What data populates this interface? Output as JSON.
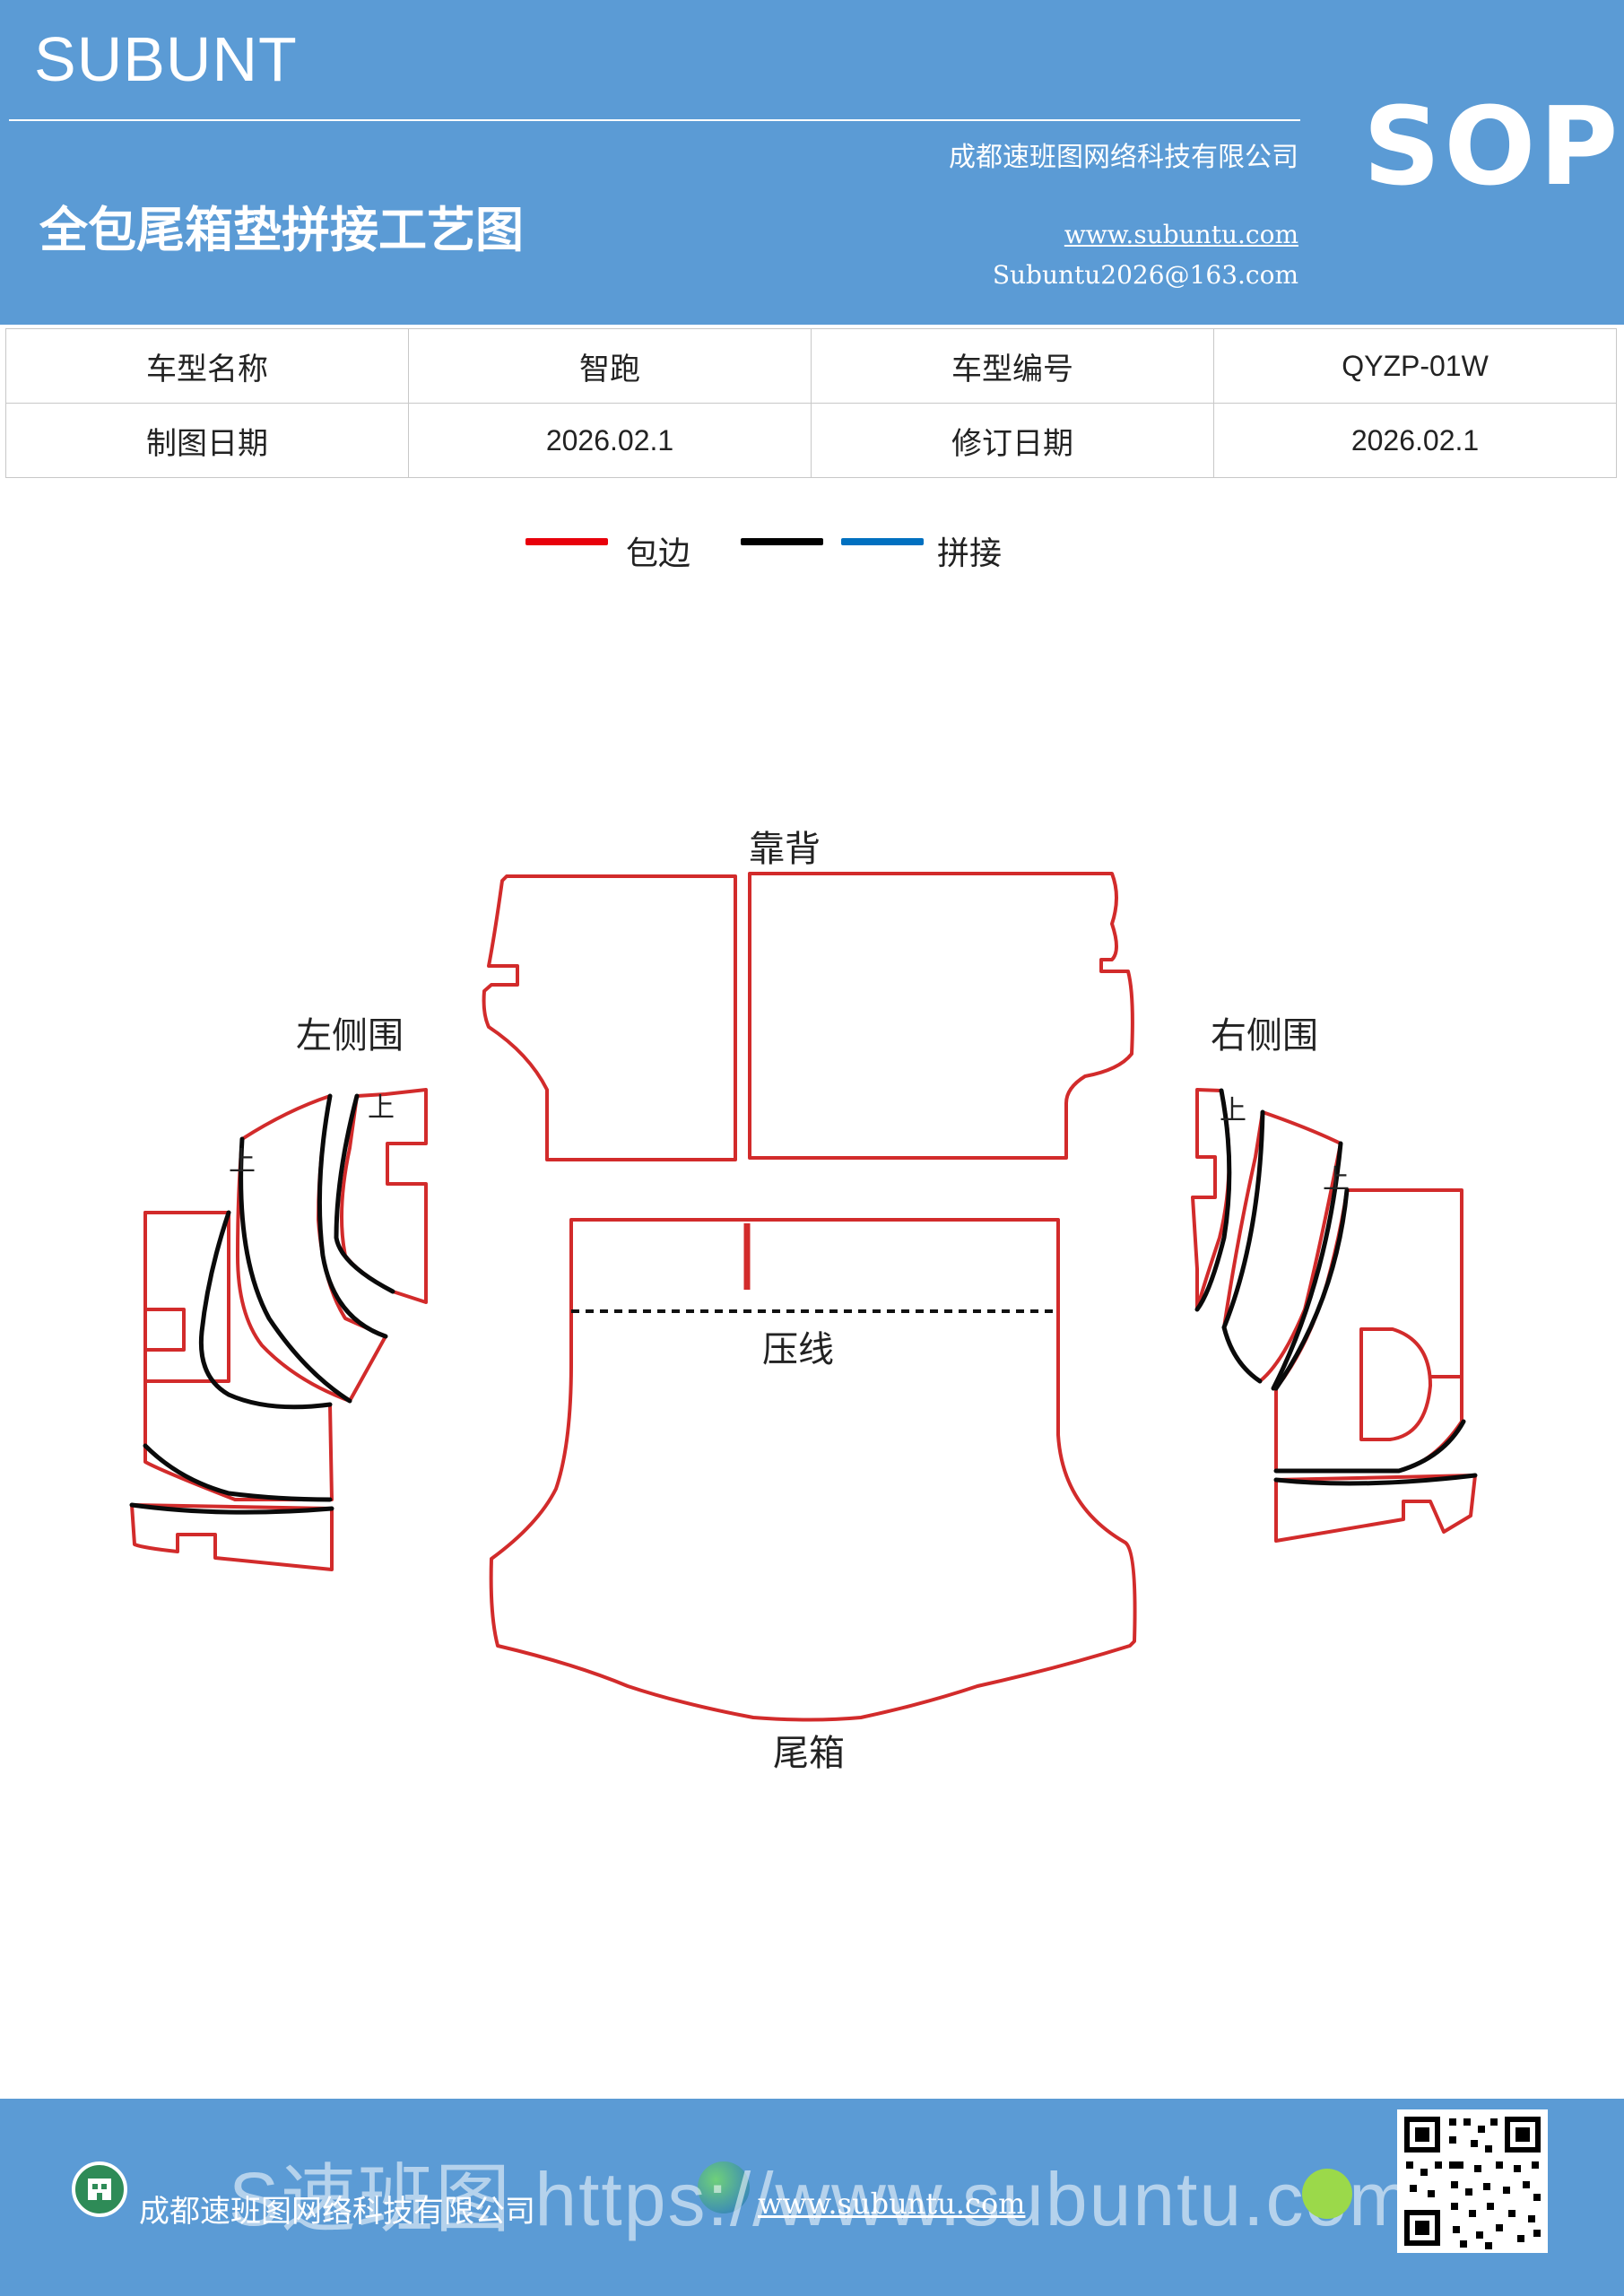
{
  "header": {
    "brand": "SUBUNT",
    "title": "全包尾箱垫拼接工艺图",
    "company": "成都速班图网络科技有限公司",
    "website": "www.subuntu.com",
    "email": "Subuntu2026@163.com",
    "badge": "SOP"
  },
  "info_table": {
    "rows": [
      [
        "车型名称",
        "智跑",
        "车型编号",
        "QYZP-01W"
      ],
      [
        "制图日期",
        "2026.02.1",
        "修订日期",
        "2026.02.1"
      ]
    ]
  },
  "legend": {
    "items": [
      {
        "label": "包边",
        "color": "#e8000b"
      },
      {
        "label": "",
        "color": "#000000"
      },
      {
        "label": "拼接",
        "color": "#0070c0"
      }
    ]
  },
  "diagram": {
    "labels": {
      "backrest": "靠背",
      "left_side": "左侧围",
      "right_side": "右侧围",
      "crease": "压线",
      "trunk": "尾箱",
      "up_mark": "上"
    },
    "colors": {
      "edge": "#d22b2b",
      "seam": "#000000"
    }
  },
  "footer": {
    "company": "成都速班图网络科技有限公司",
    "website": "www.subuntu.com",
    "overlay_text": "S速班图 https://www.subuntu.com",
    "icons": [
      "building-icon",
      "globe-icon",
      "leaf-icon",
      "qr-code"
    ]
  }
}
